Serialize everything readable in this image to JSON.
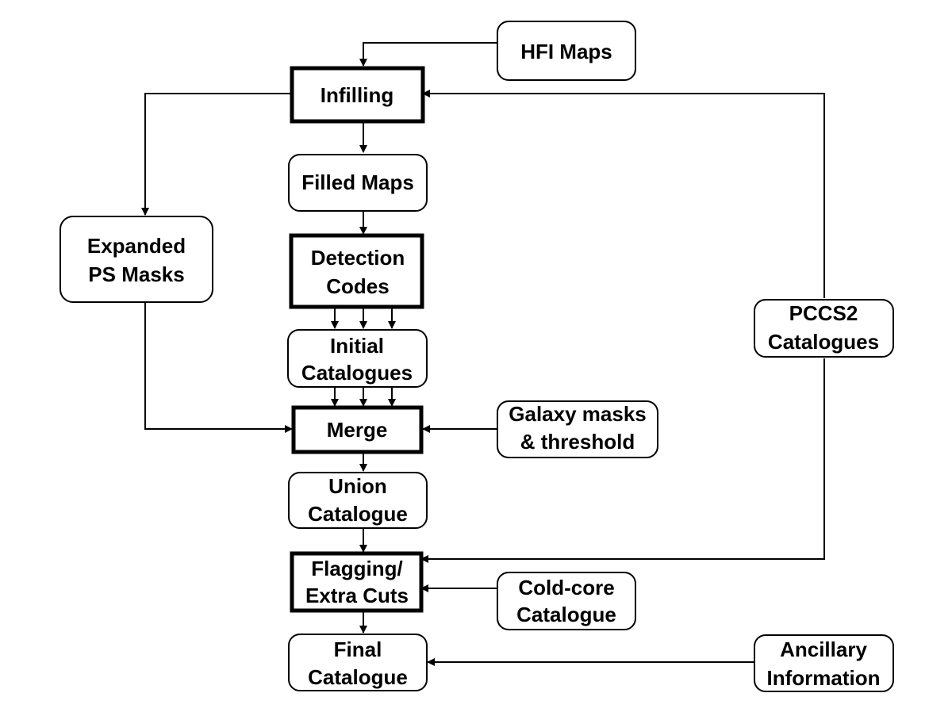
{
  "nodes": {
    "hfi_maps": {
      "lines": [
        "HFI Maps"
      ]
    },
    "infilling": {
      "lines": [
        "Infilling"
      ]
    },
    "filled_maps": {
      "lines": [
        "Filled Maps"
      ]
    },
    "expanded_ps_masks": {
      "lines": [
        "Expanded",
        "PS Masks"
      ]
    },
    "detection_codes": {
      "lines": [
        "Detection",
        "Codes"
      ]
    },
    "initial_catalogues": {
      "lines": [
        "Initial",
        "Catalogues"
      ]
    },
    "pccs2_catalogues": {
      "lines": [
        "PCCS2",
        "Catalogues"
      ]
    },
    "merge": {
      "lines": [
        "Merge"
      ]
    },
    "galaxy_masks": {
      "lines": [
        "Galaxy masks",
        "& threshold"
      ]
    },
    "union_catalogue": {
      "lines": [
        "Union",
        "Catalogue"
      ]
    },
    "flagging": {
      "lines": [
        "Flagging/",
        "Extra Cuts"
      ]
    },
    "cold_core": {
      "lines": [
        "Cold-core",
        "Catalogue"
      ]
    },
    "final_catalogue": {
      "lines": [
        "Final",
        "Catalogue"
      ]
    },
    "ancillary_information": {
      "lines": [
        "Ancillary",
        "Information"
      ]
    }
  },
  "edges": [
    {
      "from": "hfi_maps",
      "to": "infilling"
    },
    {
      "from": "infilling",
      "to": "filled_maps"
    },
    {
      "from": "infilling",
      "to": "expanded_ps_masks"
    },
    {
      "from": "filled_maps",
      "to": "detection_codes"
    },
    {
      "from": "detection_codes",
      "to": "initial_catalogues"
    },
    {
      "from": "initial_catalogues",
      "to": "merge"
    },
    {
      "from": "expanded_ps_masks",
      "to": "merge"
    },
    {
      "from": "galaxy_masks",
      "to": "merge"
    },
    {
      "from": "merge",
      "to": "union_catalogue"
    },
    {
      "from": "union_catalogue",
      "to": "flagging"
    },
    {
      "from": "pccs2_catalogues",
      "to": "infilling"
    },
    {
      "from": "pccs2_catalogues",
      "to": "flagging"
    },
    {
      "from": "cold_core",
      "to": "flagging"
    },
    {
      "from": "flagging",
      "to": "final_catalogue"
    },
    {
      "from": "ancillary_information",
      "to": "final_catalogue"
    }
  ]
}
